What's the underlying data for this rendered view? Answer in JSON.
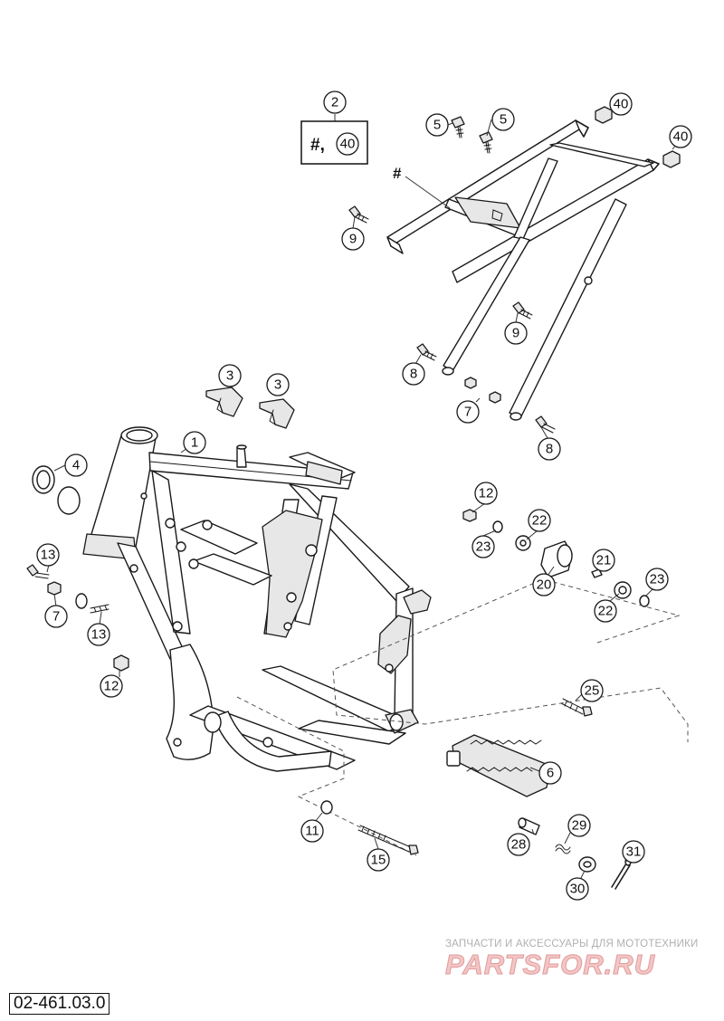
{
  "callouts": {
    "c1": "1",
    "c2": "2",
    "c3a": "3",
    "c3b": "3",
    "c4": "4",
    "c5a": "5",
    "c5b": "5",
    "c6": "6",
    "c7a": "7",
    "c7b": "7",
    "c8a": "8",
    "c8b": "8",
    "c9a": "9",
    "c9b": "9",
    "c11": "11",
    "c12a": "12",
    "c12b": "12",
    "c13a": "13",
    "c13b": "13",
    "c15": "15",
    "c20": "20",
    "c21": "21",
    "c22a": "22",
    "c22b": "22",
    "c23a": "23",
    "c23b": "23",
    "c25": "25",
    "c28": "28",
    "c29": "29",
    "c30": "30",
    "c31": "31",
    "c40a": "40",
    "c40b": "40",
    "c40c": "40"
  },
  "kit_box": {
    "hash": "#,",
    "hash_marker": "#"
  },
  "watermark": {
    "line1": "ЗАПЧАСТИ И АКСЕССУАРЫ ДЛЯ МОТОТЕХНИКИ",
    "line2": "PARTSFOR.RU"
  },
  "diagram_code": "02-461.03.0"
}
